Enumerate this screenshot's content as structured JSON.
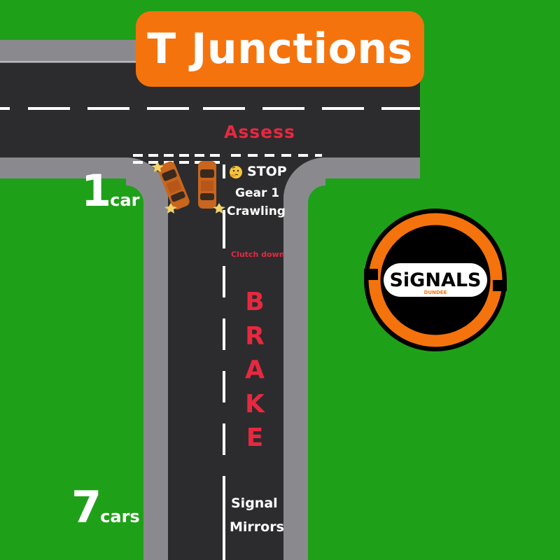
{
  "title": "T Junctions",
  "labels": {
    "assess": "Assess",
    "stop": "STOP",
    "gear": "Gear 1",
    "crawling": "Crawling",
    "clutch_down": "Clutch down",
    "brake": "BRAKE",
    "signal": "Signal",
    "mirrors": "Mirrors"
  },
  "counts": [
    {
      "number": "1",
      "unit": "car"
    },
    {
      "number": "7",
      "unit": "cars"
    }
  ],
  "logo": {
    "text": "SiGNALS",
    "subtext": "DUNDEE"
  },
  "icons": {
    "stop_emoji": "thinking-face-icon"
  },
  "colors": {
    "grass": "#1fa019",
    "road": "#2c2c2e",
    "kerb": "#8a8a8e",
    "title_bg": "#f5730d",
    "accent_red": "#e8283f",
    "car": "#c8651e",
    "logo_orange": "#f5730d"
  }
}
